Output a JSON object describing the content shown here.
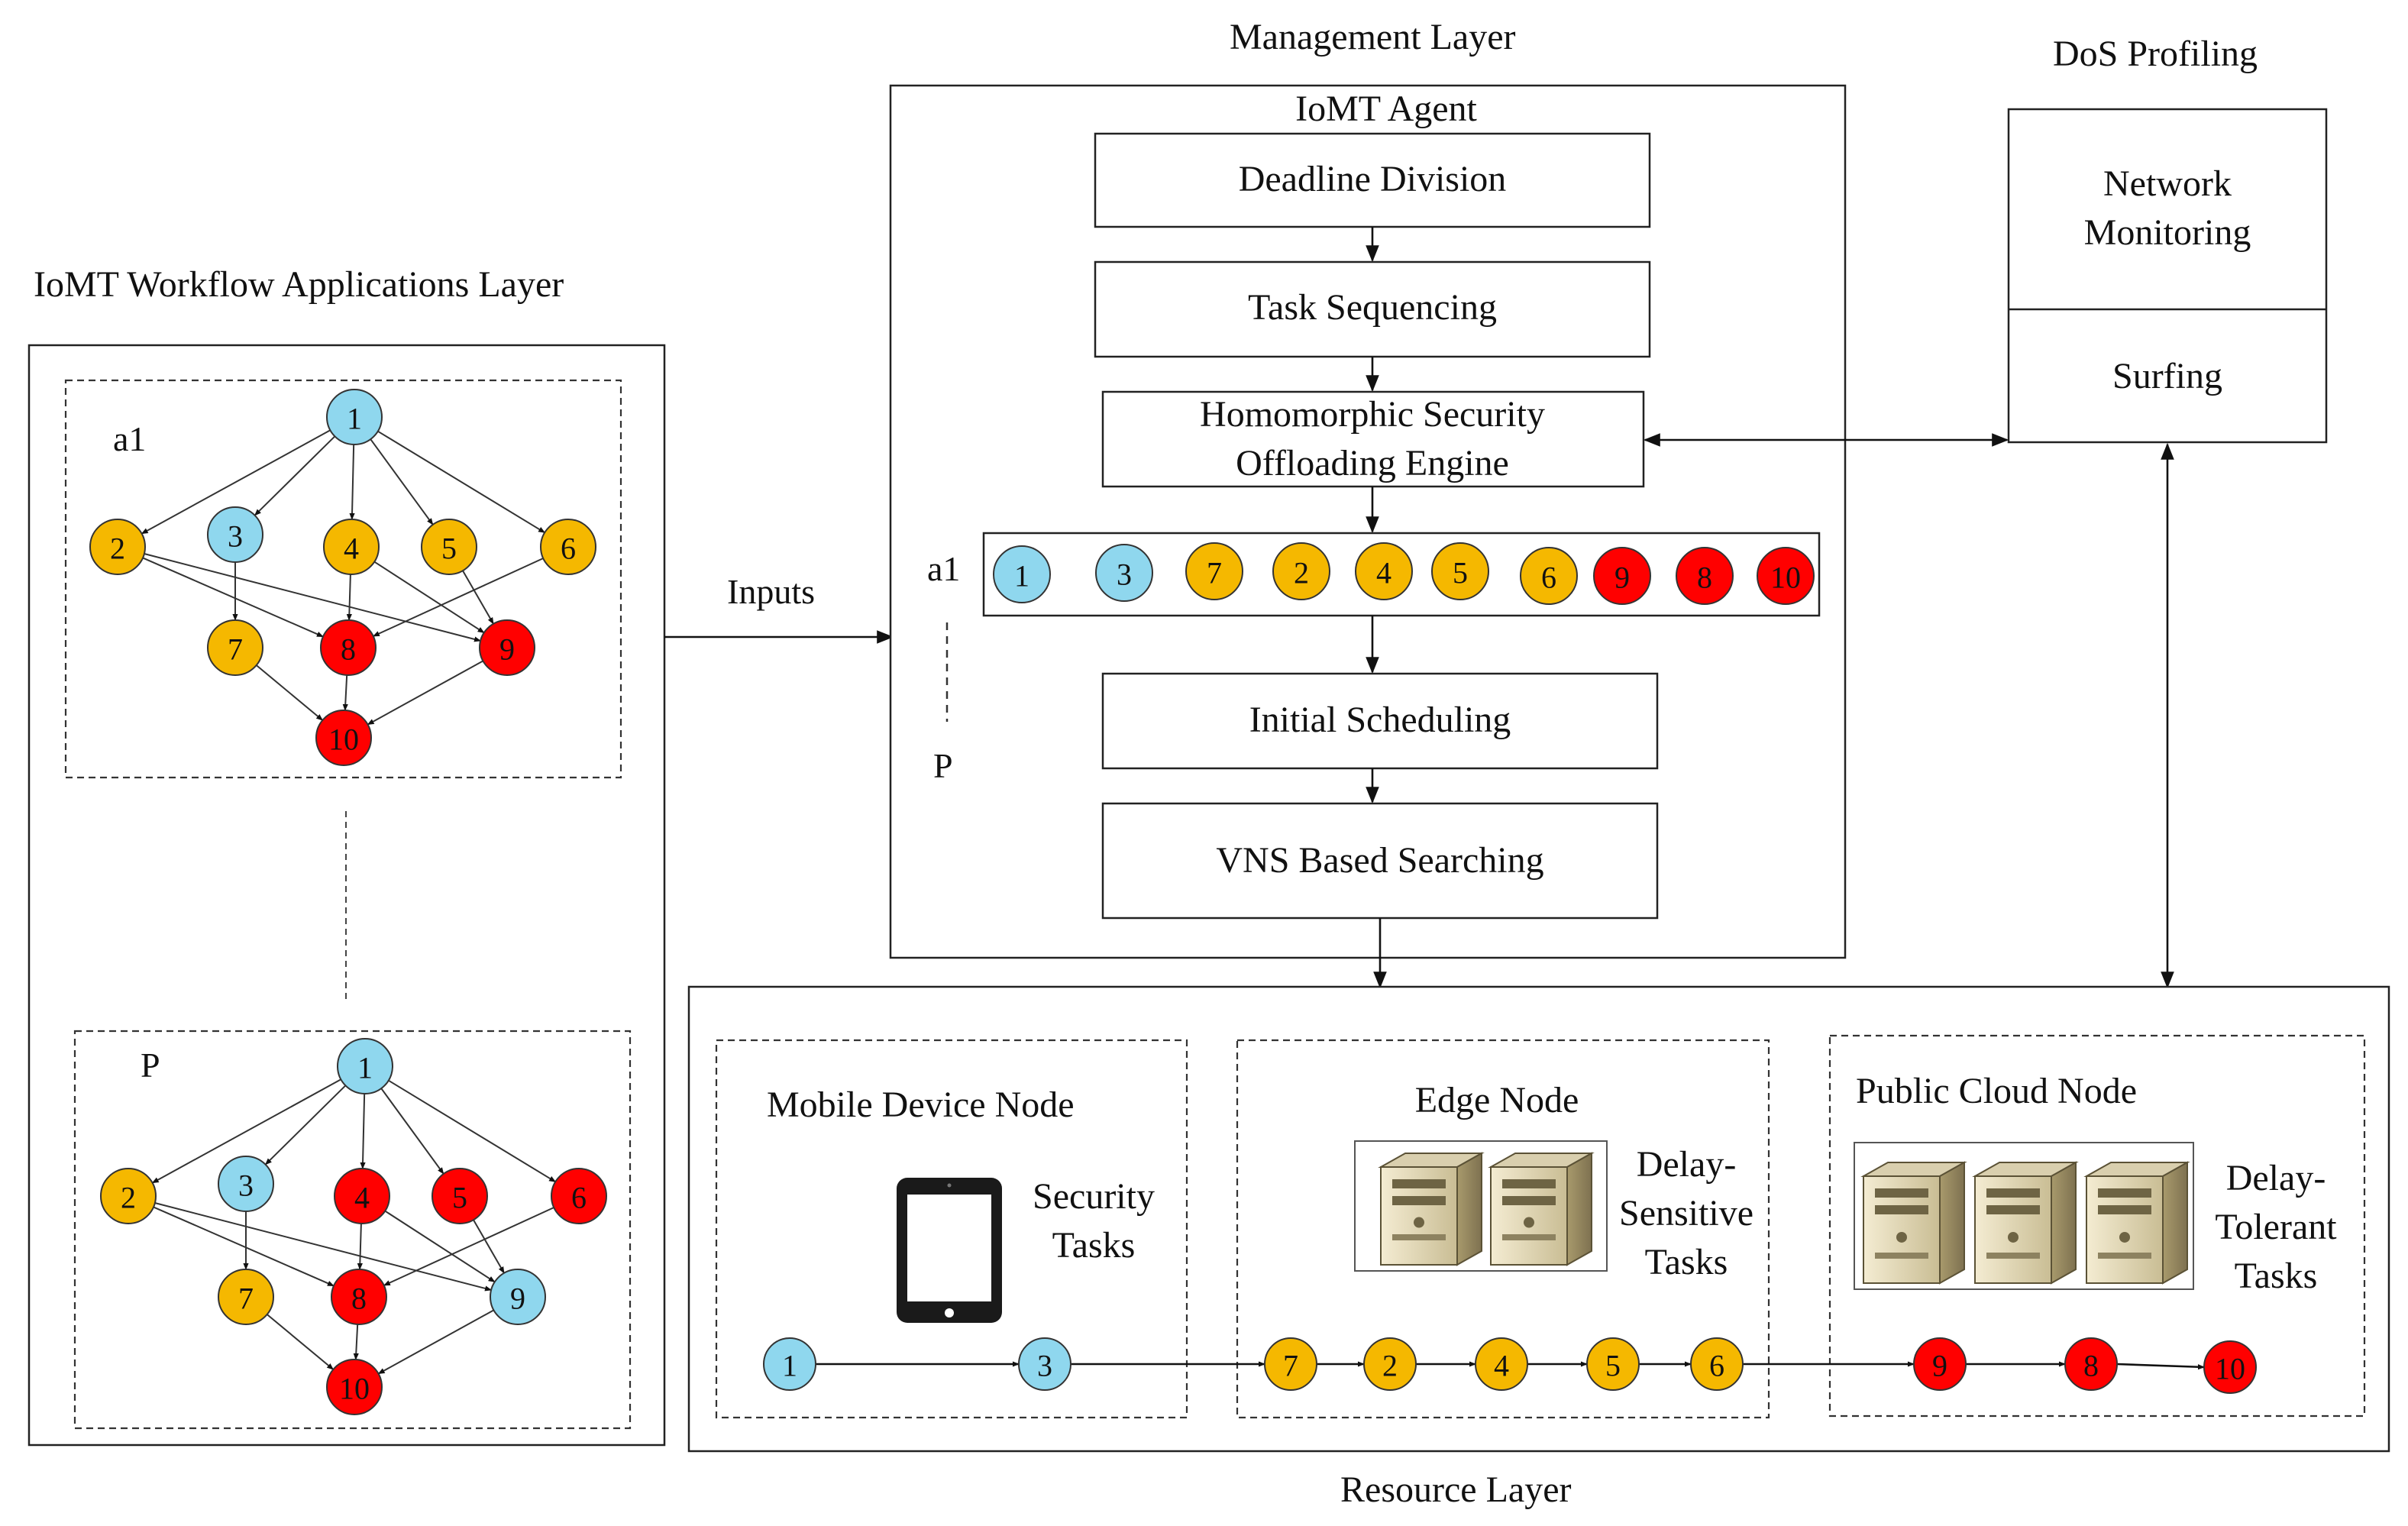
{
  "titles": {
    "workflow_layer": "IoMT Workflow Applications Layer",
    "management_layer": "Management Layer",
    "dos_profiling": "DoS Profiling",
    "resource_layer": "Resource Layer",
    "inputs": "Inputs"
  },
  "management": {
    "agent_title": "IoMT Agent",
    "deadline_division": "Deadline Division",
    "task_sequencing": "Task Sequencing",
    "homomorphic_line1": "Homomorphic Security",
    "homomorphic_line2": "Offloading Engine",
    "initial_scheduling": "Initial Scheduling",
    "vns_search": "VNS Based Searching",
    "seq_label_top": "a1",
    "seq_label_bottom": "P"
  },
  "dos": {
    "network_line1": "Network",
    "network_line2": "Monitoring",
    "surfing": "Surfing"
  },
  "workflow": {
    "graph1_label": "a1",
    "graph2_label": "P"
  },
  "resource": {
    "mobile_title": "Mobile Device Node",
    "mobile_tasks_line1": "Security",
    "mobile_tasks_line2": "Tasks",
    "edge_title": "Edge Node",
    "edge_tasks_line1": "Delay-",
    "edge_tasks_line2": "Sensitive",
    "edge_tasks_line3": "Tasks",
    "cloud_title": "Public Cloud Node",
    "cloud_tasks_line1": "Delay-",
    "cloud_tasks_line2": "Tolerant",
    "cloud_tasks_line3": "Tasks"
  },
  "colors": {
    "blue": "#8fd7ee",
    "orange": "#f5b800",
    "red": "#ff0000"
  },
  "graph1_nodes": [
    {
      "id": "1",
      "color": "blue"
    },
    {
      "id": "2",
      "color": "orange"
    },
    {
      "id": "3",
      "color": "blue"
    },
    {
      "id": "4",
      "color": "orange"
    },
    {
      "id": "5",
      "color": "orange"
    },
    {
      "id": "6",
      "color": "orange"
    },
    {
      "id": "7",
      "color": "orange"
    },
    {
      "id": "8",
      "color": "red"
    },
    {
      "id": "9",
      "color": "red"
    },
    {
      "id": "10",
      "color": "red"
    }
  ],
  "graph2_nodes": [
    {
      "id": "1",
      "color": "blue"
    },
    {
      "id": "2",
      "color": "orange"
    },
    {
      "id": "3",
      "color": "blue"
    },
    {
      "id": "4",
      "color": "red"
    },
    {
      "id": "5",
      "color": "red"
    },
    {
      "id": "6",
      "color": "red"
    },
    {
      "id": "7",
      "color": "orange"
    },
    {
      "id": "8",
      "color": "red"
    },
    {
      "id": "9",
      "color": "blue"
    },
    {
      "id": "10",
      "color": "red"
    }
  ],
  "graph_edges": [
    [
      "1",
      "2"
    ],
    [
      "1",
      "3"
    ],
    [
      "1",
      "4"
    ],
    [
      "1",
      "5"
    ],
    [
      "1",
      "6"
    ],
    [
      "2",
      "8"
    ],
    [
      "2",
      "9"
    ],
    [
      "3",
      "7"
    ],
    [
      "4",
      "8"
    ],
    [
      "4",
      "9"
    ],
    [
      "5",
      "9"
    ],
    [
      "6",
      "8"
    ],
    [
      "7",
      "10"
    ],
    [
      "8",
      "10"
    ],
    [
      "9",
      "10"
    ]
  ],
  "sequence": [
    {
      "id": "1",
      "color": "blue"
    },
    {
      "id": "3",
      "color": "blue"
    },
    {
      "id": "7",
      "color": "orange"
    },
    {
      "id": "2",
      "color": "orange"
    },
    {
      "id": "4",
      "color": "orange"
    },
    {
      "id": "5",
      "color": "orange"
    },
    {
      "id": "6",
      "color": "orange"
    },
    {
      "id": "9",
      "color": "red"
    },
    {
      "id": "8",
      "color": "red"
    },
    {
      "id": "10",
      "color": "red"
    }
  ],
  "resource_chain": [
    {
      "id": "1",
      "color": "blue"
    },
    {
      "id": "3",
      "color": "blue"
    },
    {
      "id": "7",
      "color": "orange"
    },
    {
      "id": "2",
      "color": "orange"
    },
    {
      "id": "4",
      "color": "orange"
    },
    {
      "id": "5",
      "color": "orange"
    },
    {
      "id": "6",
      "color": "orange"
    },
    {
      "id": "9",
      "color": "red"
    },
    {
      "id": "8",
      "color": "red"
    },
    {
      "id": "10",
      "color": "red"
    }
  ]
}
